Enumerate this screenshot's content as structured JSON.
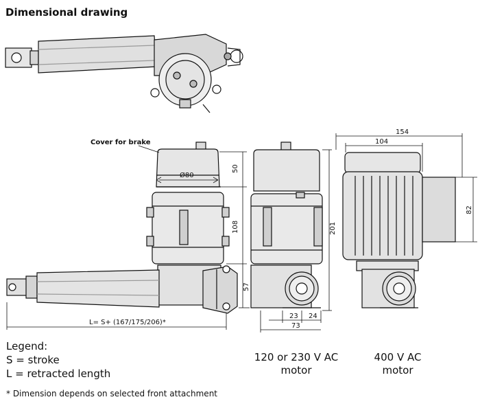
{
  "title": "Dimensional drawing",
  "annotations": {
    "cover_for_brake": "Cover for brake",
    "diameter": "Ø80",
    "dim_50": "50",
    "dim_108": "108",
    "dim_57": "57",
    "dim_201": "201",
    "dim_154": "154",
    "dim_104": "104",
    "dim_82": "82",
    "dim_23": "23",
    "dim_24": "24",
    "dim_73": "73",
    "length_formula": "L= S+ (167/175/206)*"
  },
  "legend": {
    "heading": "Legend:",
    "items": [
      "S = stroke",
      "L = retracted length"
    ]
  },
  "motors": [
    {
      "line1": "120 or 230 V AC",
      "line2": "motor"
    },
    {
      "line1": "400 V AC",
      "line2": "motor"
    }
  ],
  "footnote": "* Dimension depends on selected front attachment"
}
